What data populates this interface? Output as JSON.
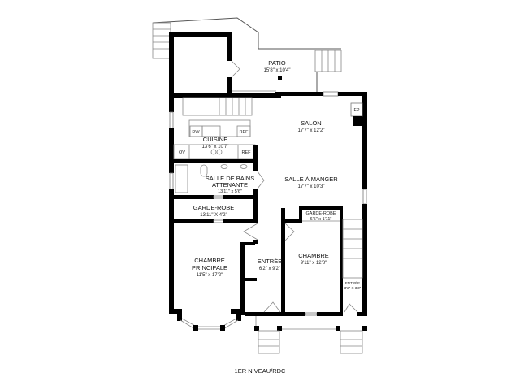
{
  "plan": {
    "title": "1ER NIVEAU/RDC",
    "rooms": [
      {
        "name": "PATIO",
        "size": "15'8\" x 10'4\""
      },
      {
        "name": "SALON",
        "size": "17'7\" x 12'2\""
      },
      {
        "name": "CUISINE",
        "size": "13'6\" x 10'7\""
      },
      {
        "name": "SALLE DE BAINS",
        "name2": "ATTENANTE",
        "size": "13'11\" x 5'6\""
      },
      {
        "name": "SALLE À MANGER",
        "size": "17'7\" x 10'3\""
      },
      {
        "name": "GARDE-ROBE",
        "size": "13'11\" X 4'2\""
      },
      {
        "name": "GARDE-ROBE",
        "size": "6'5\" x 1'11\""
      },
      {
        "name": "CHAMBRE",
        "name2": "PRINCIPALE",
        "size": "11'5\" x 17'2\""
      },
      {
        "name": "ENTRÉE",
        "size": "6'2\" x 9'2\""
      },
      {
        "name": "CHAMBRE",
        "size": "9'11\" x 12'8\""
      },
      {
        "name": "ENTRÉE",
        "size": "3'2\" X 3'3\""
      }
    ],
    "fixtures": {
      "dw": "DW",
      "ref1": "REF",
      "ref2": "REF",
      "ov": "OV",
      "fp": "FP"
    }
  }
}
